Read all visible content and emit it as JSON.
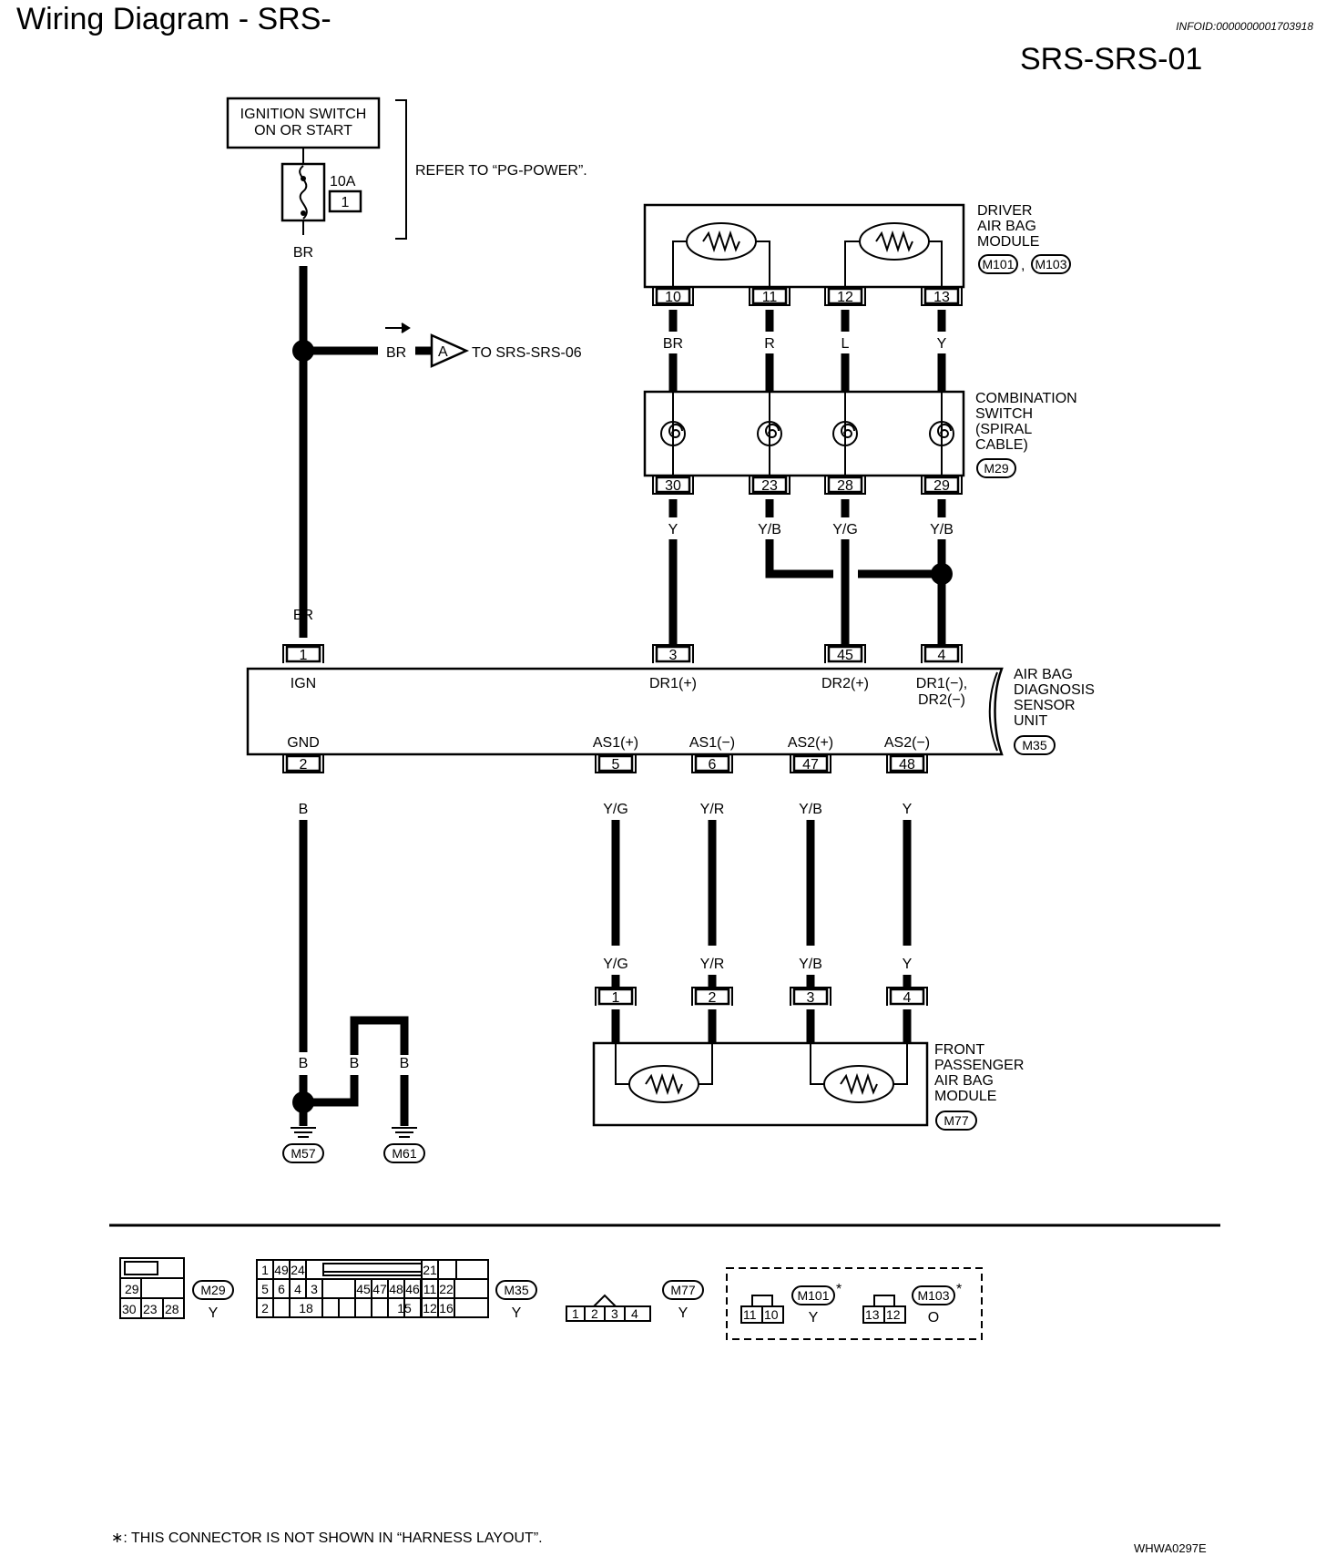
{
  "header": {
    "title": "Wiring Diagram - SRS-",
    "info_id": "INFOID:0000000001703918",
    "diagram_id": "SRS-SRS-01"
  },
  "power": {
    "ignition_line1": "IGNITION SWITCH",
    "ignition_line2": "ON OR START",
    "fuse_rating": "10A",
    "fuse_number": "1",
    "refer_text": "REFER TO “PG-POWER”.",
    "wire_top": "BR",
    "wire_branch": "BR",
    "wire_bottom": "BR",
    "connector_A": "A",
    "to_text": "TO SRS-SRS-06"
  },
  "driver_module": {
    "label_lines": [
      "DRIVER",
      "AIR BAG",
      "MODULE"
    ],
    "connector1": "M101",
    "separator": ",",
    "connector2": "M103",
    "pins": [
      "10",
      "11",
      "12",
      "13"
    ],
    "wires": [
      "BR",
      "R",
      "L",
      "Y"
    ]
  },
  "spiral_cable": {
    "label_lines": [
      "COMBINATION",
      "SWITCH",
      "(SPIRAL",
      "CABLE)"
    ],
    "connector": "M29",
    "pins": [
      "30",
      "23",
      "28",
      "29"
    ],
    "wires": [
      "Y",
      "Y/B",
      "Y/G",
      "Y/B"
    ]
  },
  "sensor_unit": {
    "label_lines": [
      "AIR BAG",
      "DIAGNOSIS",
      "SENSOR",
      "UNIT"
    ],
    "connector": "M35",
    "top_pins": [
      "1",
      "3",
      "45",
      "4"
    ],
    "top_terminals": [
      "IGN",
      "DR1(+)",
      "DR2(+)",
      "DR1(−),",
      "DR2(−)"
    ],
    "bottom_pins": [
      "2",
      "5",
      "6",
      "47",
      "48"
    ],
    "bottom_terminals": [
      "GND",
      "AS1(+)",
      "AS1(−)",
      "AS2(+)",
      "AS2(−)"
    ],
    "bottom_wires": [
      "B",
      "Y/G",
      "Y/R",
      "Y/B",
      "Y"
    ]
  },
  "passenger_module": {
    "label_lines": [
      "FRONT",
      "PASSENGER",
      "AIR BAG",
      "MODULE"
    ],
    "connector": "M77",
    "pins": [
      "1",
      "2",
      "3",
      "4"
    ],
    "wires": [
      "Y/G",
      "Y/R",
      "Y/B",
      "Y"
    ]
  },
  "grounds": {
    "wires": [
      "B",
      "B",
      "B"
    ],
    "ground1": "M57",
    "ground2": "M61"
  },
  "connector_views": {
    "m29": {
      "id": "M29",
      "color": "Y",
      "cells": [
        "29",
        "30",
        "23",
        "28"
      ]
    },
    "m35": {
      "id": "M35",
      "color": "Y",
      "row1": [
        "1",
        "49",
        "24",
        "21"
      ],
      "row2": [
        "5",
        "6",
        "4",
        "3",
        "45",
        "47",
        "48",
        "46",
        "11",
        "22"
      ],
      "row3": [
        "2",
        "18",
        "15",
        "12",
        "16"
      ]
    },
    "m77": {
      "id": "M77",
      "color": "Y",
      "cells": [
        "1",
        "2",
        "3",
        "4"
      ]
    },
    "m101": {
      "id": "M101",
      "color": "Y",
      "mark": "*",
      "cells": [
        "11",
        "10"
      ]
    },
    "m103": {
      "id": "M103",
      "color": "O",
      "mark": "*",
      "cells": [
        "13",
        "12"
      ]
    }
  },
  "footer": {
    "footnote": "∗: THIS CONNECTOR IS NOT SHOWN IN “HARNESS LAYOUT”.",
    "figure_code": "WHWA0297E"
  }
}
